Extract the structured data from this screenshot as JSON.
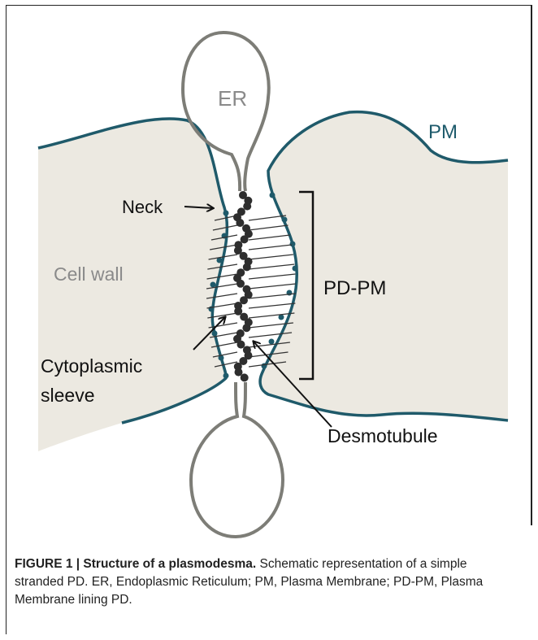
{
  "diagram": {
    "labels": {
      "er": "ER",
      "pm": "PM",
      "neck": "Neck",
      "cell_wall": "Cell wall",
      "pd_pm": "PD-PM",
      "cytoplasmic": "Cytoplasmic",
      "sleeve": "sleeve",
      "desmotubule": "Desmotubule"
    },
    "colors": {
      "cell_wall_fill": "#ece9e1",
      "membrane": "#1f5a6a",
      "er_outline": "#7d7d77",
      "desmotubule_beads": "#2e2e2e"
    }
  },
  "caption": {
    "label": "FIGURE 1 | Structure of a plasmodesma.",
    "text": " Schematic representation of a simple stranded PD. ER, Endoplasmic Reticulum; PM, Plasma Membrane; PD-PM, Plasma Membrane lining PD."
  }
}
